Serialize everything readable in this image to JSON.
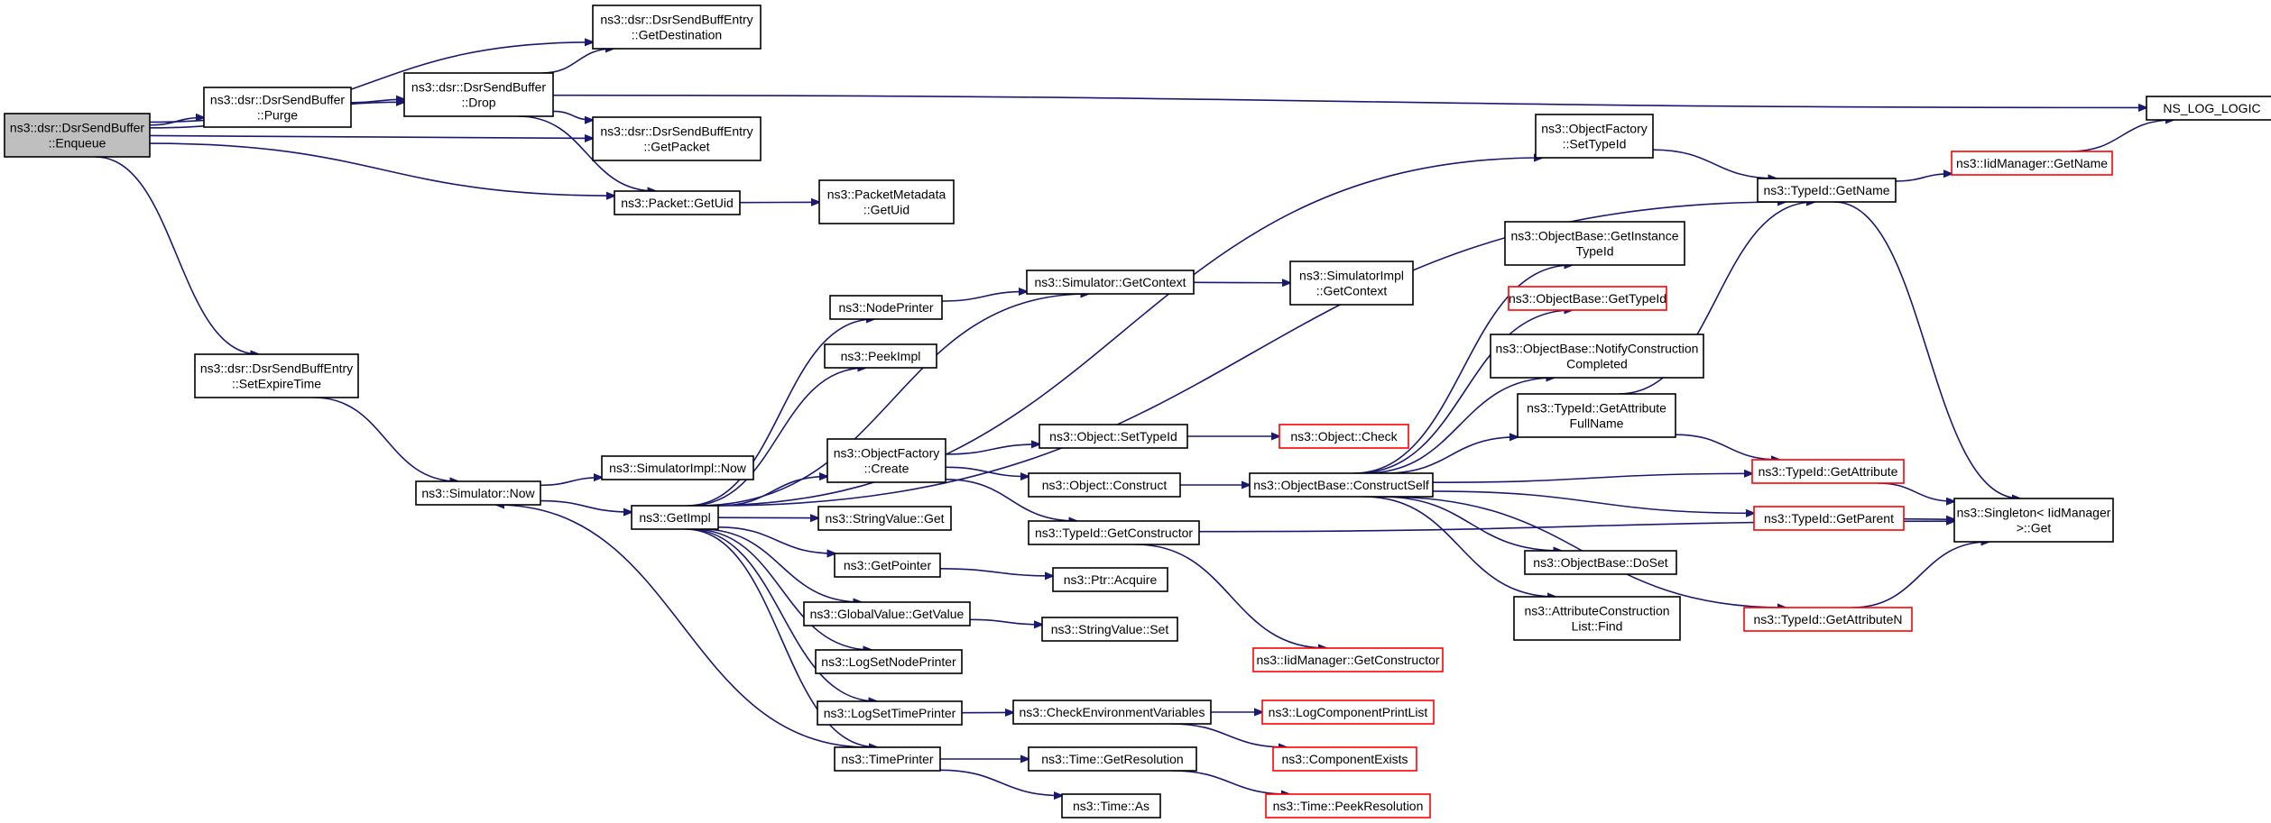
{
  "colors": {
    "edge": "#191970",
    "root_fill": "#bfbfbf",
    "node_border": "#000000",
    "truncated_border": "#ff0000"
  },
  "nodes": {
    "enqueue": {
      "lines": [
        "ns3::dsr::DsrSendBuffer",
        "::Enqueue"
      ],
      "style": "root"
    },
    "getdest": {
      "lines": [
        "ns3::dsr::DsrSendBuffEntry",
        "::GetDestination"
      ],
      "style": "normal"
    },
    "drop": {
      "lines": [
        "ns3::dsr::DsrSendBuffer",
        "::Drop"
      ],
      "style": "normal"
    },
    "purge": {
      "lines": [
        "ns3::dsr::DsrSendBuffer",
        "::Purge"
      ],
      "style": "normal"
    },
    "getpacket": {
      "lines": [
        "ns3::dsr::DsrSendBuffEntry",
        "::GetPacket"
      ],
      "style": "normal"
    },
    "getuid": {
      "lines": [
        "ns3::Packet::GetUid"
      ],
      "style": "normal"
    },
    "pmgetuid": {
      "lines": [
        "ns3::PacketMetadata",
        "::GetUid"
      ],
      "style": "normal"
    },
    "setexpire": {
      "lines": [
        "ns3::dsr::DsrSendBuffEntry",
        "::SetExpireTime"
      ],
      "style": "normal"
    },
    "simnow": {
      "lines": [
        "ns3::Simulator::Now"
      ],
      "style": "normal"
    },
    "simimplnow": {
      "lines": [
        "ns3::SimulatorImpl::Now"
      ],
      "style": "normal"
    },
    "getimpl": {
      "lines": [
        "ns3::GetImpl"
      ],
      "style": "normal"
    },
    "nodeprinter": {
      "lines": [
        "ns3::NodePrinter"
      ],
      "style": "normal"
    },
    "peekimpl": {
      "lines": [
        "ns3::PeekImpl"
      ],
      "style": "normal"
    },
    "ofcreate": {
      "lines": [
        "ns3::ObjectFactory",
        "::Create"
      ],
      "style": "normal"
    },
    "strvalget": {
      "lines": [
        "ns3::StringValue::Get"
      ],
      "style": "normal"
    },
    "getpointer": {
      "lines": [
        "ns3::GetPointer"
      ],
      "style": "normal"
    },
    "gvgetvalue": {
      "lines": [
        "ns3::GlobalValue::GetValue"
      ],
      "style": "normal"
    },
    "lognodeprinter": {
      "lines": [
        "ns3::LogSetNodePrinter"
      ],
      "style": "normal"
    },
    "logtimeprinter": {
      "lines": [
        "ns3::LogSetTimePrinter"
      ],
      "style": "normal"
    },
    "timeprinter": {
      "lines": [
        "ns3::TimePrinter"
      ],
      "style": "normal"
    },
    "simgetcontext": {
      "lines": [
        "ns3::Simulator::GetContext"
      ],
      "style": "normal"
    },
    "simimplgetcontext": {
      "lines": [
        "ns3::SimulatorImpl",
        "::GetContext"
      ],
      "style": "normal"
    },
    "objsettypeid": {
      "lines": [
        "ns3::Object::SetTypeId"
      ],
      "style": "normal"
    },
    "objcheck": {
      "lines": [
        "ns3::Object::Check"
      ],
      "style": "red"
    },
    "objconstruct": {
      "lines": [
        "ns3::Object::Construct"
      ],
      "style": "normal"
    },
    "tidgetconstructor": {
      "lines": [
        "ns3::TypeId::GetConstructor"
      ],
      "style": "normal"
    },
    "ptracquire": {
      "lines": [
        "ns3::Ptr::Acquire"
      ],
      "style": "normal"
    },
    "strvalset": {
      "lines": [
        "ns3::StringValue::Set"
      ],
      "style": "normal"
    },
    "checkenv": {
      "lines": [
        "ns3::CheckEnvironmentVariables"
      ],
      "style": "normal"
    },
    "timegetres": {
      "lines": [
        "ns3::Time::GetResolution"
      ],
      "style": "normal"
    },
    "timeas": {
      "lines": [
        "ns3::Time::As"
      ],
      "style": "normal"
    },
    "iidgetconstructor": {
      "lines": [
        "ns3::IidManager::GetConstructor"
      ],
      "style": "red"
    },
    "logcompprint": {
      "lines": [
        "ns3::LogComponentPrintList"
      ],
      "style": "red"
    },
    "compexists": {
      "lines": [
        "ns3::ComponentExists"
      ],
      "style": "red"
    },
    "timepeekres": {
      "lines": [
        "ns3::Time::PeekResolution"
      ],
      "style": "red"
    },
    "obconstructself": {
      "lines": [
        "ns3::ObjectBase::ConstructSelf"
      ],
      "style": "normal"
    },
    "ofsettypeid": {
      "lines": [
        "ns3::ObjectFactory",
        "::SetTypeId"
      ],
      "style": "normal"
    },
    "obgetinstance": {
      "lines": [
        "ns3::ObjectBase::GetInstance",
        "TypeId"
      ],
      "style": "normal"
    },
    "obgettypeid": {
      "lines": [
        "ns3::ObjectBase::GetTypeId"
      ],
      "style": "red"
    },
    "obnotify": {
      "lines": [
        "ns3::ObjectBase::NotifyConstruction",
        "Completed"
      ],
      "style": "normal"
    },
    "tidgetattrfull": {
      "lines": [
        "ns3::TypeId::GetAttribute",
        "FullName"
      ],
      "style": "normal"
    },
    "obdoset": {
      "lines": [
        "ns3::ObjectBase::DoSet"
      ],
      "style": "normal"
    },
    "acfind": {
      "lines": [
        "ns3::AttributeConstruction",
        "List::Find"
      ],
      "style": "normal"
    },
    "tidgetname": {
      "lines": [
        "ns3::TypeId::GetName"
      ],
      "style": "normal"
    },
    "iidgetname": {
      "lines": [
        "ns3::IidManager::GetName"
      ],
      "style": "red"
    },
    "nslog": {
      "lines": [
        "NS_LOG_LOGIC"
      ],
      "style": "normal"
    },
    "tidgetattr": {
      "lines": [
        "ns3::TypeId::GetAttribute"
      ],
      "style": "red"
    },
    "tidgetparent": {
      "lines": [
        "ns3::TypeId::GetParent"
      ],
      "style": "red"
    },
    "tidgetattrn": {
      "lines": [
        "ns3::TypeId::GetAttributeN"
      ],
      "style": "red"
    },
    "singleton": {
      "lines": [
        "ns3::Singleton< IidManager",
        " >::Get"
      ],
      "style": "normal"
    }
  },
  "edges": [
    [
      "enqueue",
      "getdest"
    ],
    [
      "enqueue",
      "drop"
    ],
    [
      "enqueue",
      "purge"
    ],
    [
      "enqueue",
      "getpacket"
    ],
    [
      "enqueue",
      "getuid"
    ],
    [
      "enqueue",
      "setexpire"
    ],
    [
      "purge",
      "drop"
    ],
    [
      "drop",
      "getdest"
    ],
    [
      "drop",
      "getpacket"
    ],
    [
      "drop",
      "getuid"
    ],
    [
      "drop",
      "nslog"
    ],
    [
      "getuid",
      "pmgetuid"
    ],
    [
      "setexpire",
      "simnow"
    ],
    [
      "simnow",
      "simimplnow"
    ],
    [
      "simnow",
      "getimpl"
    ],
    [
      "getimpl",
      "nodeprinter"
    ],
    [
      "getimpl",
      "peekimpl"
    ],
    [
      "getimpl",
      "ofcreate"
    ],
    [
      "getimpl",
      "strvalget"
    ],
    [
      "getimpl",
      "getpointer"
    ],
    [
      "getimpl",
      "gvgetvalue"
    ],
    [
      "getimpl",
      "lognodeprinter"
    ],
    [
      "getimpl",
      "logtimeprinter"
    ],
    [
      "getimpl",
      "timeprinter"
    ],
    [
      "getimpl",
      "simgetcontext"
    ],
    [
      "getimpl",
      "tidgetname"
    ],
    [
      "getimpl",
      "ofsettypeid"
    ],
    [
      "nodeprinter",
      "simgetcontext"
    ],
    [
      "simgetcontext",
      "simimplgetcontext"
    ],
    [
      "ofcreate",
      "objsettypeid"
    ],
    [
      "ofcreate",
      "objconstruct"
    ],
    [
      "ofcreate",
      "tidgetconstructor"
    ],
    [
      "objsettypeid",
      "objcheck"
    ],
    [
      "objconstruct",
      "obconstructself"
    ],
    [
      "tidgetconstructor",
      "iidgetconstructor"
    ],
    [
      "tidgetconstructor",
      "singleton"
    ],
    [
      "getpointer",
      "ptracquire"
    ],
    [
      "gvgetvalue",
      "strvalset"
    ],
    [
      "logtimeprinter",
      "checkenv"
    ],
    [
      "checkenv",
      "logcompprint"
    ],
    [
      "checkenv",
      "compexists"
    ],
    [
      "timeprinter",
      "simnow"
    ],
    [
      "timeprinter",
      "timegetres"
    ],
    [
      "timeprinter",
      "timeas"
    ],
    [
      "timegetres",
      "timepeekres"
    ],
    [
      "obconstructself",
      "obgetinstance"
    ],
    [
      "obconstructself",
      "obgettypeid"
    ],
    [
      "obconstructself",
      "obnotify"
    ],
    [
      "obconstructself",
      "tidgetattrfull"
    ],
    [
      "obconstructself",
      "tidgetattr"
    ],
    [
      "obconstructself",
      "tidgetparent"
    ],
    [
      "obconstructself",
      "obdoset"
    ],
    [
      "obconstructself",
      "acfind"
    ],
    [
      "obconstructself",
      "tidgetattrn"
    ],
    [
      "ofsettypeid",
      "tidgetname"
    ],
    [
      "tidgetname",
      "iidgetname"
    ],
    [
      "tidgetname",
      "singleton"
    ],
    [
      "iidgetname",
      "nslog"
    ],
    [
      "tidgetattrfull",
      "tidgetname"
    ],
    [
      "tidgetattrfull",
      "tidgetattr"
    ],
    [
      "tidgetattr",
      "singleton"
    ],
    [
      "tidgetparent",
      "singleton"
    ],
    [
      "tidgetattrn",
      "singleton"
    ]
  ]
}
